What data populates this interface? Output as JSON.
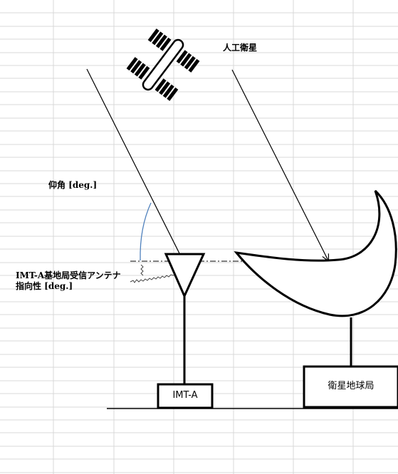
{
  "labels": {
    "satellite": "人工衛星",
    "elevation": "仰角 [deg.]",
    "antenna_directivity": "IMT-A基地局受信アンテナ指向性 [deg.]",
    "imt_station": "IMT-A",
    "earth_station": "衛星地球局"
  },
  "colors": {
    "background": "#ffffff",
    "gridline": "#d9d9d9",
    "stroke": "#000000",
    "elevation_arc": "#4f81bd"
  },
  "icons": {
    "satellite": "satellite-icon",
    "dish": "parabolic-dish-icon",
    "antenna": "triangle-antenna-icon"
  }
}
